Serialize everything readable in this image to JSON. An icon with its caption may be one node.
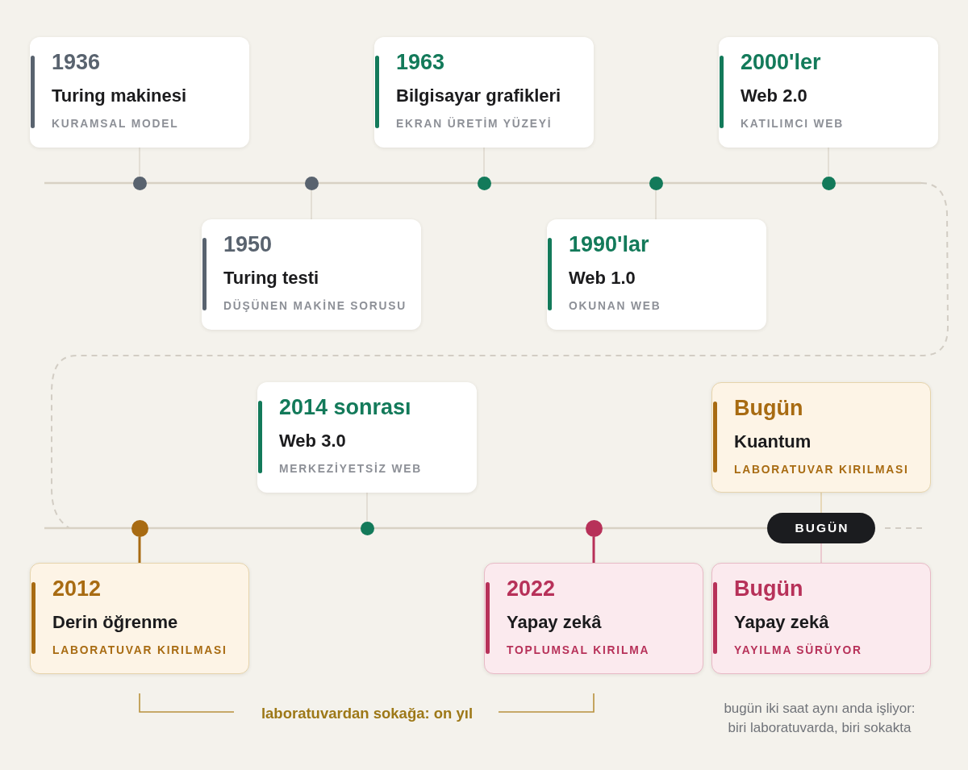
{
  "diagram": {
    "nodes": [
      {
        "text": [
          "1936",
          "Turing makinesi",
          "KURAMSAL MODEL"
        ]
      },
      {
        "text": [
          "1950",
          "Turing testi",
          "DÜŞÜNEN MAKİNE SORUSU"
        ]
      },
      {
        "text": [
          "1963",
          "Bilgisayar grafikleri",
          "EKRAN ÜRETİM YÜZEYİ"
        ]
      },
      {
        "text": [
          "1990'lar",
          "Web 1.0",
          "OKUNAN WEB"
        ]
      },
      {
        "text": [
          "2000'ler",
          "Web 2.0",
          "KATILIMCI WEB"
        ]
      },
      {
        "text": [
          "2012",
          "Derin öğrenme",
          "LABORATUVAR KIRILMASI"
        ]
      },
      {
        "text": [
          "2014 sonrası",
          "Web 3.0",
          "MERKEZİYETSİZ WEB"
        ]
      },
      {
        "text": [
          "2022",
          "Yapay zekâ",
          "TOPLUMSAL KIRILMA"
        ]
      },
      {
        "text": [
          "Bugün",
          "Kuantum",
          "LABORATUVAR KIRILMASI"
        ]
      },
      {
        "text": [
          "BUGÜN"
        ]
      },
      {
        "text": [
          "Bugün",
          "Yapay zekâ",
          "YAYILMA SÜRÜYOR"
        ]
      },
      {
        "text": [],
        "shape": "circle"
      },
      {
        "text": [],
        "shape": "circle"
      },
      {
        "text": [],
        "shape": "circle"
      },
      {
        "text": [],
        "shape": "circle"
      },
      {
        "text": [],
        "shape": "circle"
      },
      {
        "text": [],
        "shape": "circle"
      },
      {
        "text": [],
        "shape": "circle"
      },
      {
        "text": [],
        "shape": "circle"
      }
    ],
    "edges": [
      {
        "from": 0,
        "to": 11,
        "arrow": "none"
      },
      {
        "from": 1,
        "to": 12,
        "arrow": "none"
      },
      {
        "from": 2,
        "to": 13,
        "arrow": "none"
      },
      {
        "from": 3,
        "to": 14,
        "arrow": "none"
      },
      {
        "from": 4,
        "to": 15,
        "arrow": "none"
      },
      {
        "from": 5,
        "to": 16,
        "arrow": "none",
        "style": "thick",
        "color": "#a86b12"
      },
      {
        "from": 6,
        "to": 17,
        "arrow": "none"
      },
      {
        "from": 7,
        "to": 18,
        "arrow": "none",
        "style": "thick",
        "color": "#b73159"
      },
      {
        "from": 8,
        "to": 9,
        "arrow": "none",
        "color": "#dcc38e"
      },
      {
        "from": 9,
        "to": 10,
        "arrow": "none",
        "color": "#e3a9b9"
      }
    ],
    "labels": [
      "laboratuvardan sokağa: on yıl",
      "bugün iki saat aynı anda işliyor: biri laboratuvarda, biri sokakta"
    ]
  }
}
